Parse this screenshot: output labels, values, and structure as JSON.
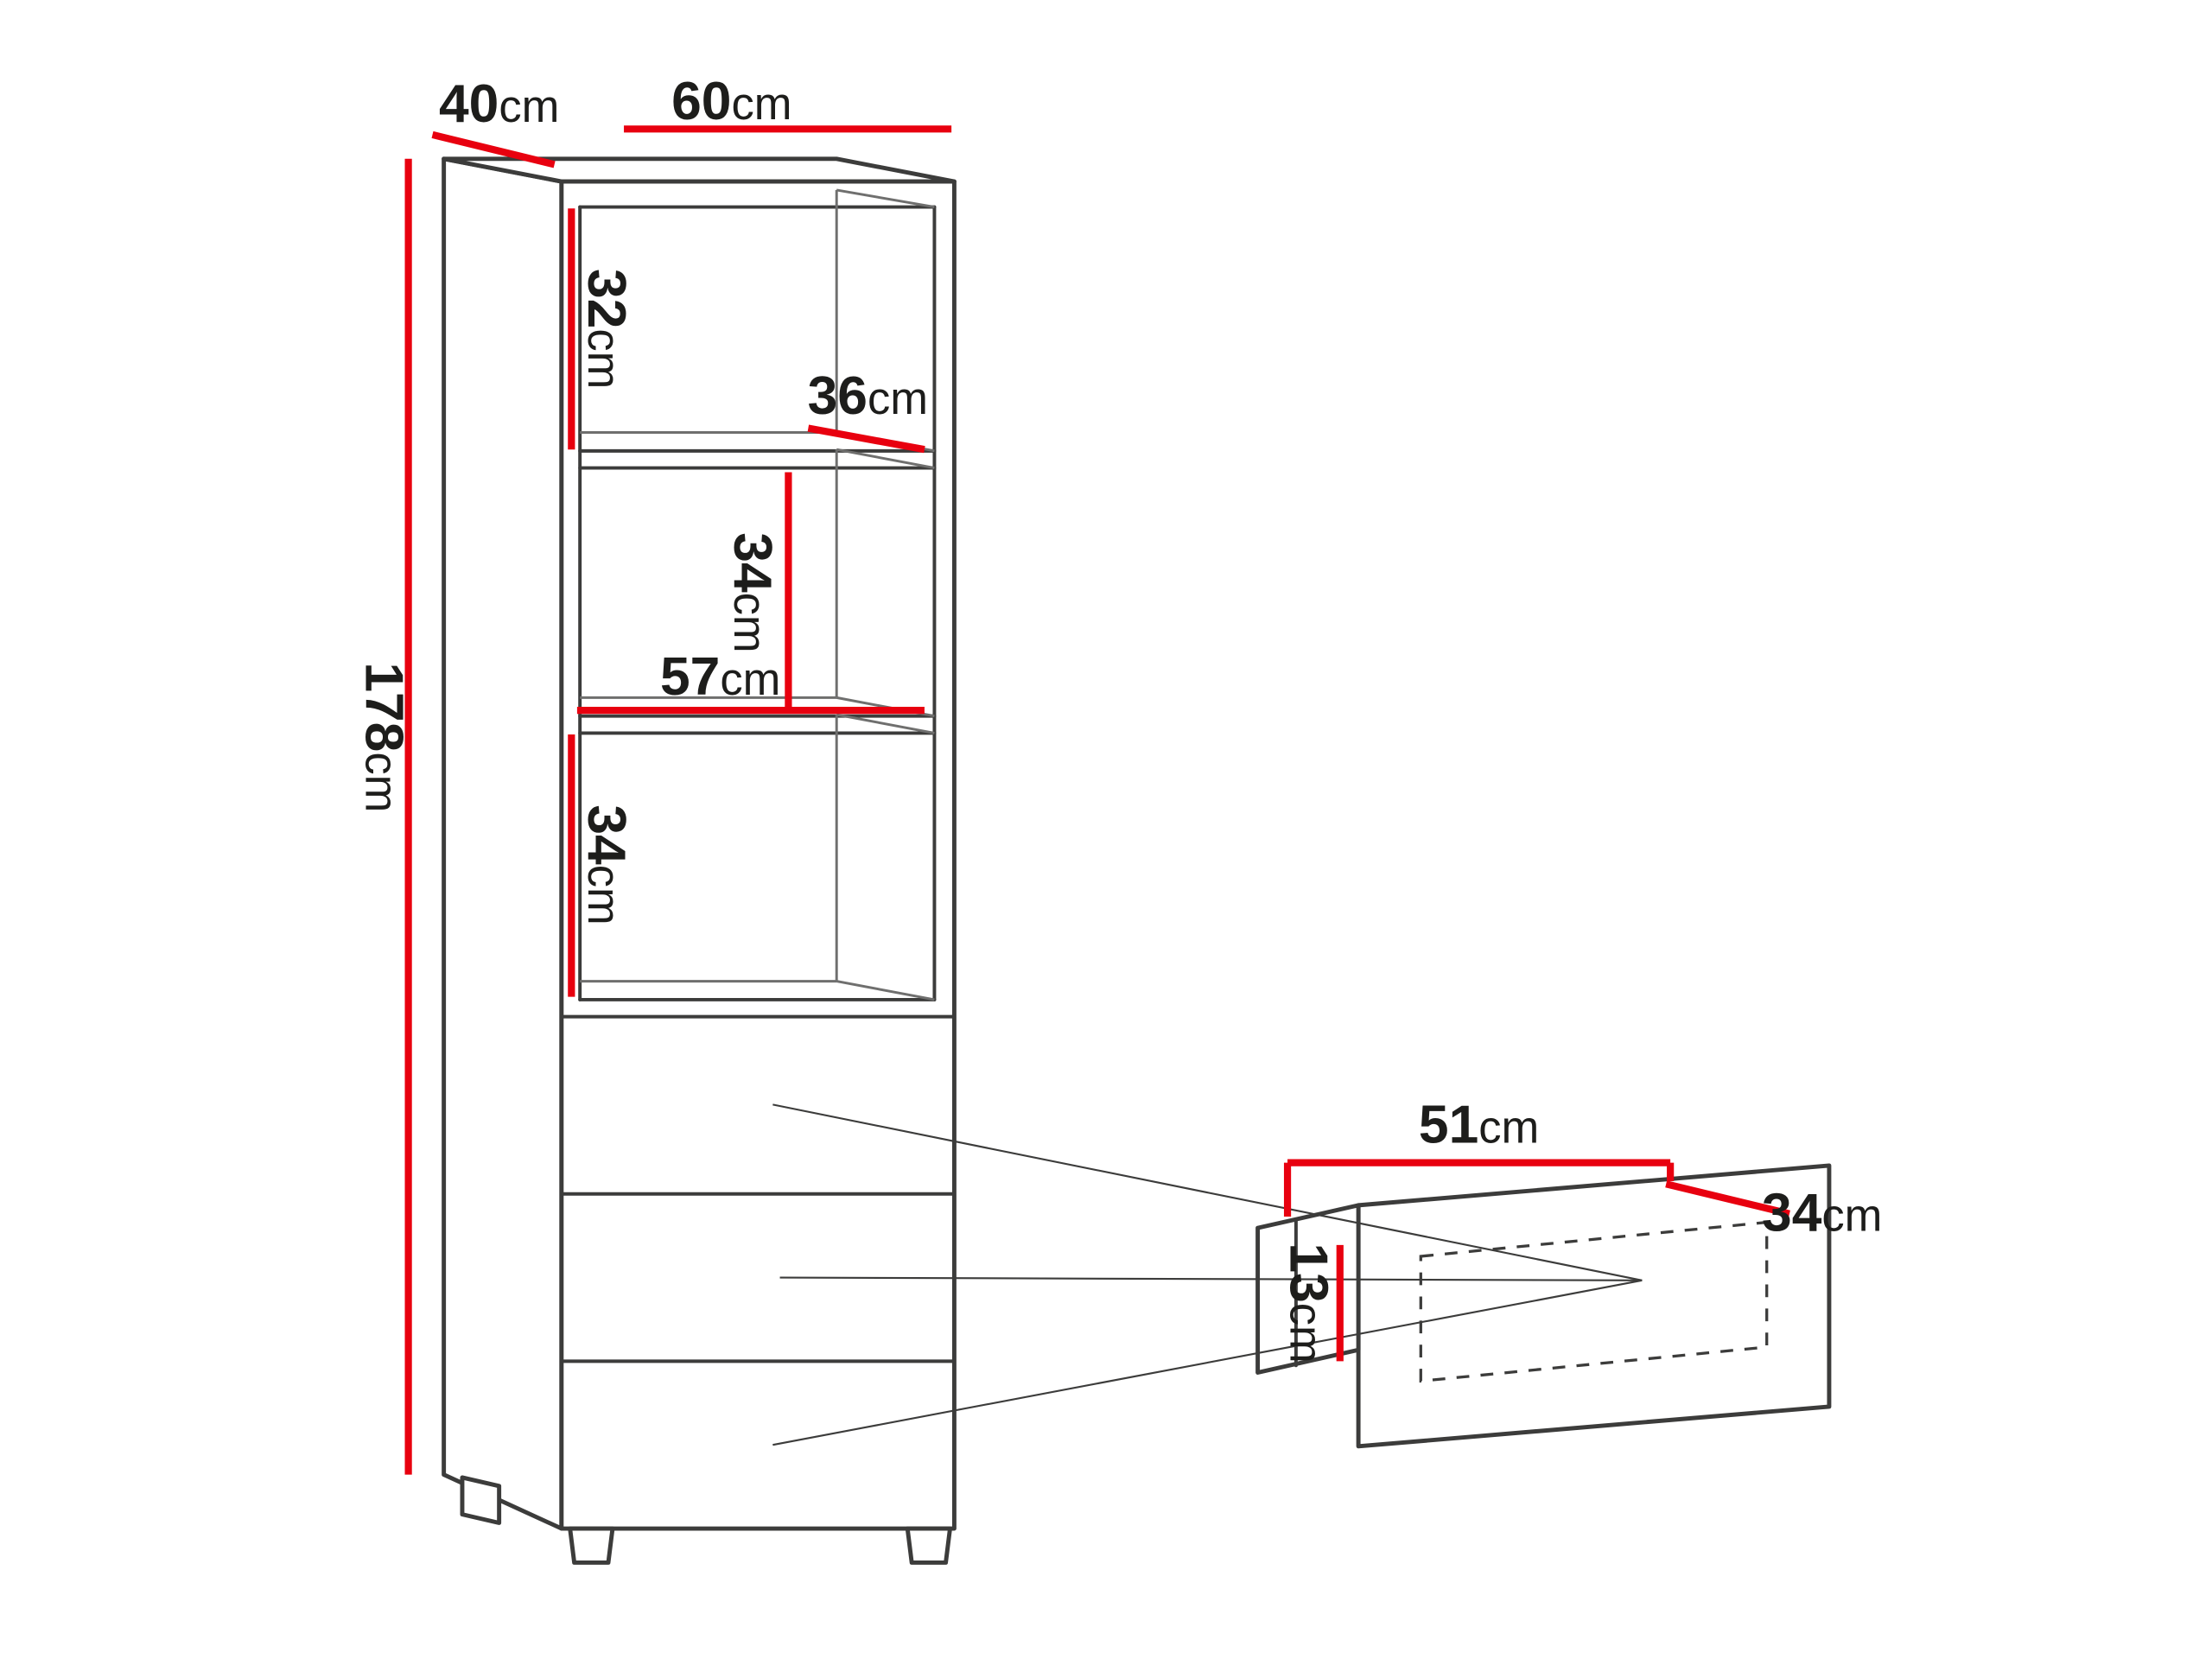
{
  "labels": {
    "depth": {
      "value": "40",
      "unit": "cm"
    },
    "width": {
      "value": "60",
      "unit": "cm"
    },
    "height": {
      "value": "178",
      "unit": "cm"
    },
    "compartment1_height": {
      "value": "32",
      "unit": "cm"
    },
    "shelf_depth": {
      "value": "36",
      "unit": "cm"
    },
    "compartment2_height": {
      "value": "34",
      "unit": "cm"
    },
    "interior_width": {
      "value": "57",
      "unit": "cm"
    },
    "compartment3_height": {
      "value": "34",
      "unit": "cm"
    },
    "drawer_interior_width": {
      "value": "51",
      "unit": "cm"
    },
    "drawer_interior_depth": {
      "value": "34",
      "unit": "cm"
    },
    "drawer_interior_height": {
      "value": "13",
      "unit": "cm"
    }
  },
  "colors": {
    "dimension": "#e8000f",
    "outline": "#3c3c3b",
    "text": "#1d1d1b",
    "background": "#ffffff"
  }
}
